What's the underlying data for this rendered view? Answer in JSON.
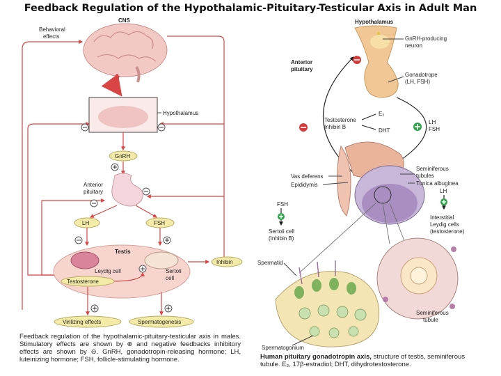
{
  "title": "Feedback Regulation of the Hypothalamic-Pituitary-Testicular Axis in Adult Man",
  "left": {
    "cns": "CNS",
    "behavioral": [
      "Behavioral",
      "effects"
    ],
    "hypothalamus": "Hypothalamus",
    "gnrh": "GnRH",
    "anterior_pituitary": [
      "Anterior",
      "pituitary"
    ],
    "lh": "LH",
    "fsh": "FSH",
    "testis": "Testis",
    "leydig": "Leydig cell",
    "sertoli": [
      "Sertoli",
      "cell"
    ],
    "inhibin": "Inhibin",
    "testosterone": "Testosterone",
    "virilizing": "Virilizing effects",
    "spermatogenesis": "Spermatogenesis",
    "caption": "Feedback regulation of the hypothalamic-pituitary-testicular axis in males. Stimulatory effects are shown by ⊕ and negative feedbacks inhibitory effects are shown by ⊖. GnRH, gonadotropin-releasing hormone; LH, luteinizing hormone; FSH, follicle-stimulating hormone."
  },
  "right": {
    "hypothalamus": "Hypothalamus",
    "gnrh_neuron": [
      "GnRH-producing",
      "neuron"
    ],
    "anterior_pituitary": [
      "Anterior",
      "pituitary"
    ],
    "gonadotrope": [
      "Gonadotrope",
      "(LH, FSH)"
    ],
    "feedback": [
      "Testosterone",
      "Inhibin B"
    ],
    "e2": "E₂",
    "dht": "DHT",
    "lh_fsh": [
      "LH",
      "FSH"
    ],
    "vas": "Vas deferens",
    "epididymis": "Epididymis",
    "seminiferous": [
      "Seminiferous",
      "tubules"
    ],
    "tunica": "Tunica albuginea",
    "lh": "LH",
    "fsh": "FSH",
    "sertoli": [
      "Sertoli cell",
      "(Inhibin B)"
    ],
    "interstitial": [
      "Interstitial",
      "Leydig cells",
      "(testosterone)"
    ],
    "spermatid": "Spermatid",
    "sem_tubule": [
      "Seminiferous",
      "tubule"
    ],
    "spermatogonium": "Spermatogonium",
    "caption_bold": "Human pituitary gonadotropin axis,",
    "caption_rest": " structure of testis, seminiferous tubule. E₂, 17β-estradiol; DHT, dihydrotestosterone."
  }
}
